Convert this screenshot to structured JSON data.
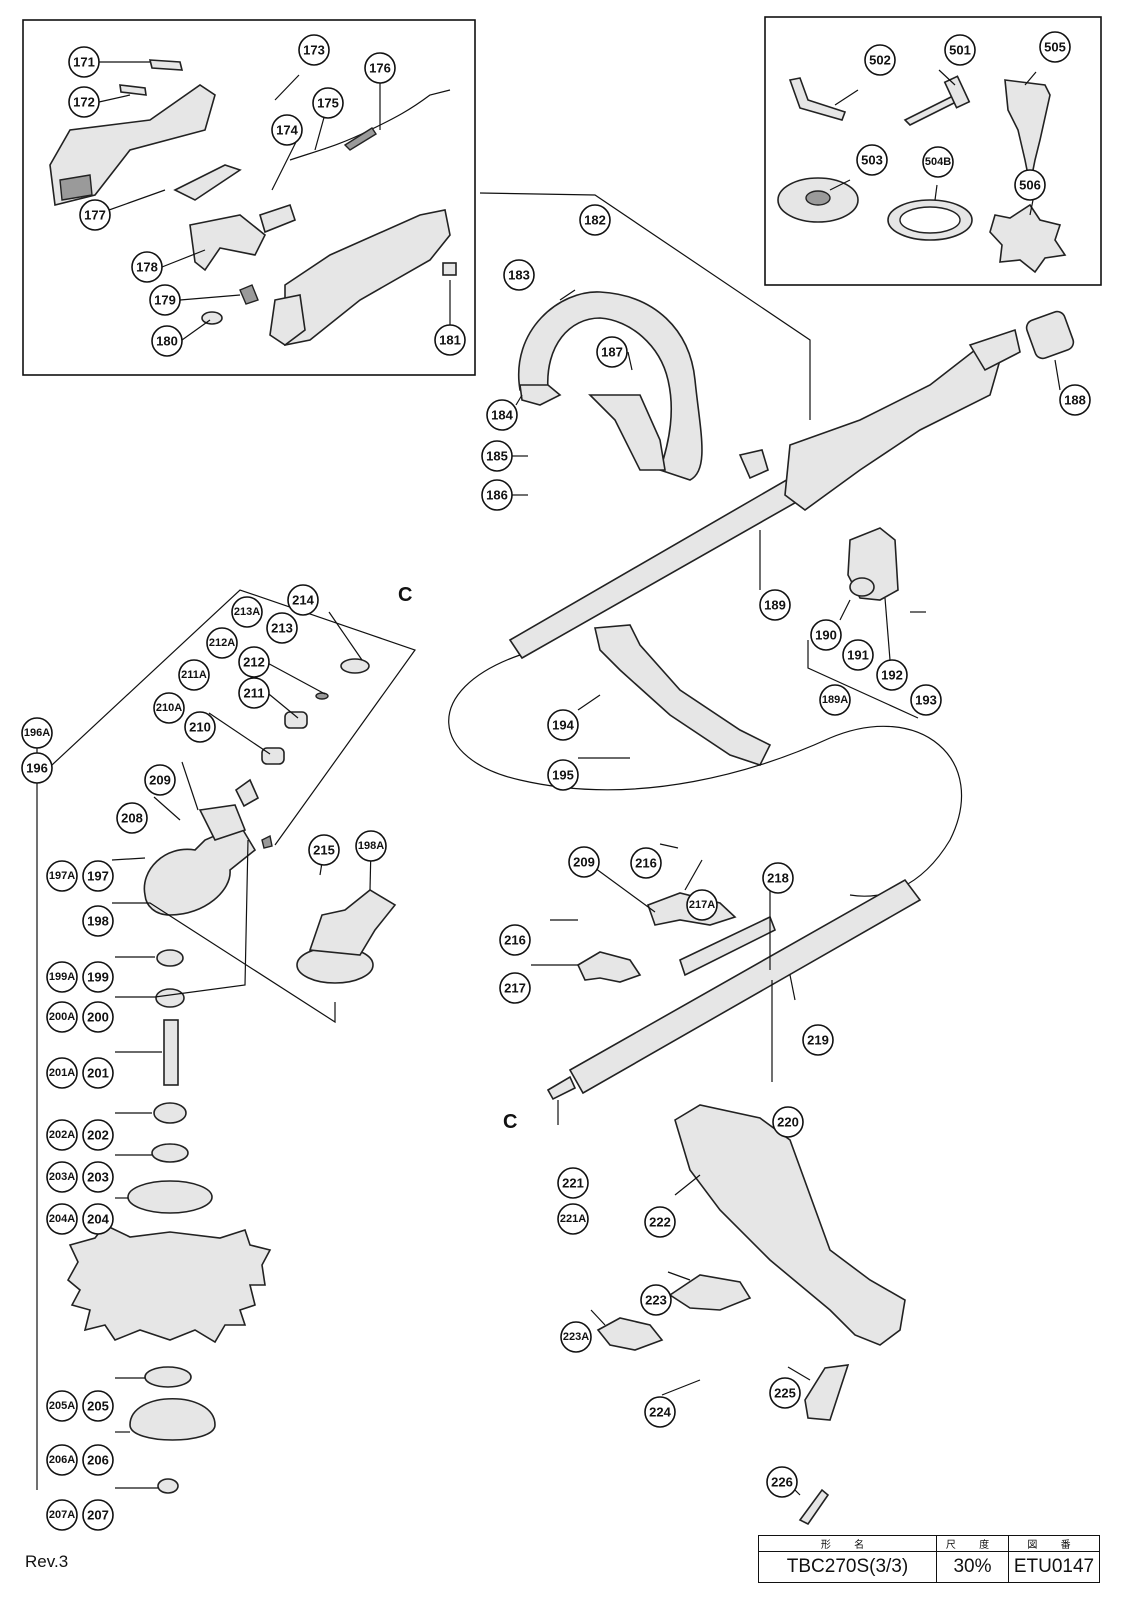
{
  "title_block": {
    "header_model": "形 名",
    "header_scale": "尺 度",
    "header_drawing": "図 番",
    "model": "TBC270S(3/3)",
    "scale": "30%",
    "drawing_no": "ETU0147"
  },
  "revision": "Rev.3",
  "reference_marks": [
    "C",
    "C"
  ],
  "callouts": [
    "171",
    "172",
    "173",
    "174",
    "175",
    "176",
    "177",
    "178",
    "179",
    "180",
    "181",
    "182",
    "183",
    "184",
    "185",
    "186",
    "187",
    "188",
    "189",
    "190",
    "191",
    "192",
    "193",
    "189A",
    "194",
    "195",
    "196A",
    "196",
    "197A",
    "197",
    "198",
    "199A",
    "199",
    "200A",
    "200",
    "201A",
    "201",
    "202A",
    "202",
    "203A",
    "203",
    "204A",
    "204",
    "205A",
    "205",
    "206A",
    "206",
    "207A",
    "207",
    "208",
    "209",
    "210A",
    "210",
    "211A",
    "211",
    "212A",
    "212",
    "213A",
    "213",
    "214",
    "215",
    "198A",
    "209",
    "216",
    "217A",
    "218",
    "216",
    "217",
    "219",
    "220",
    "221",
    "221A",
    "222",
    "223",
    "223A",
    "224",
    "225",
    "226",
    "501",
    "502",
    "503",
    "504B",
    "505",
    "506"
  ]
}
